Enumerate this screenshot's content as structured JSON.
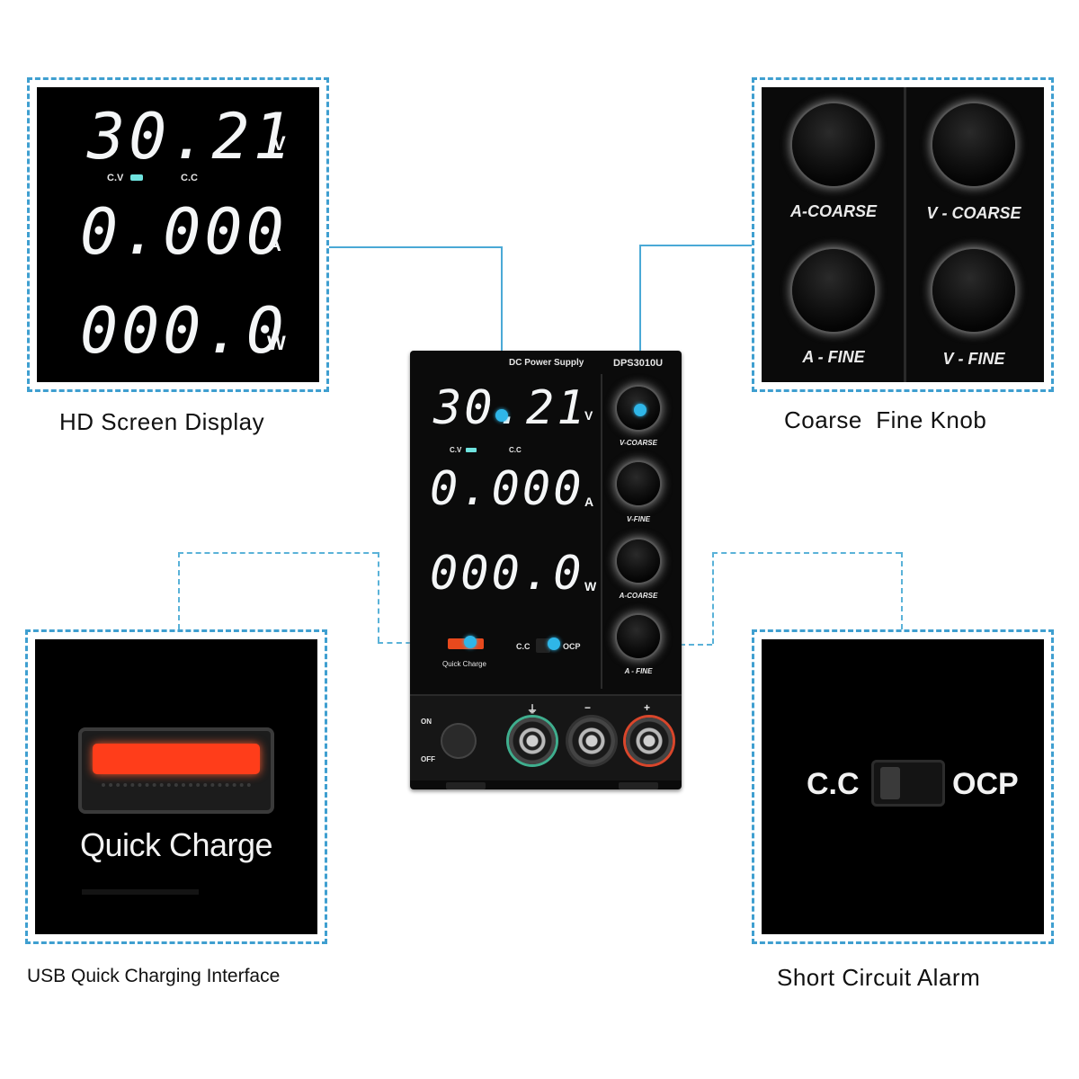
{
  "captions": {
    "display": "HD Screen Display",
    "knobs": "Coarse  Fine Knob",
    "usb": "USB Quick Charging Interface",
    "alarm": "Short Circuit Alarm"
  },
  "display": {
    "voltage": "30.21",
    "voltage_unit": "V",
    "current": "0.000",
    "current_unit": "A",
    "power": "000.0",
    "power_unit": "W",
    "cv_label": "C.V",
    "cc_label": "C.C"
  },
  "knobs": {
    "a_coarse": "A-COARSE",
    "v_coarse": "V - COARSE",
    "a_fine": "A - FINE",
    "v_fine": "V - FINE"
  },
  "usb": {
    "label": "Quick Charge"
  },
  "alarm": {
    "cc": "C.C",
    "ocp": "OCP"
  },
  "device": {
    "header": "DC Power Supply",
    "model": "DPS3010U",
    "voltage": "30.21",
    "voltage_unit": "V",
    "current": "0.000",
    "current_unit": "A",
    "power": "000.0",
    "power_unit": "W",
    "cv_label": "C.V",
    "cc_label": "C.C",
    "knob_labels": [
      "V-COARSE",
      "V-FINE",
      "A-COARSE",
      "A - FINE"
    ],
    "quick_charge": "Quick Charge",
    "switch_cc": "C.C",
    "switch_ocp": "OCP",
    "on_label": "ON",
    "off_label": "OFF",
    "terminal_labels": [
      "⏚",
      "−",
      "+"
    ]
  },
  "colors": {
    "accent": "#3f9fd0",
    "dot": "#2fb6e8",
    "usb_red": "#ff3d1a",
    "cv_led": "#6fe3df"
  }
}
